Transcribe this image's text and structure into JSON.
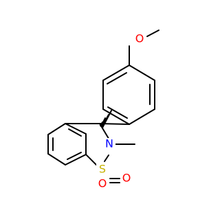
{
  "molecule": {
    "atoms": {
      "methoxy_oxygen": "O",
      "nitrogen": "N",
      "sulfur": "S",
      "sulfonyl_oxygen_1": "O",
      "sulfonyl_oxygen_2": "O"
    },
    "colors": {
      "bond": "#000000",
      "oxygen": "#ff0000",
      "nitrogen": "#0000ff",
      "sulfur": "#c6b200",
      "background": "#ffffff"
    }
  }
}
